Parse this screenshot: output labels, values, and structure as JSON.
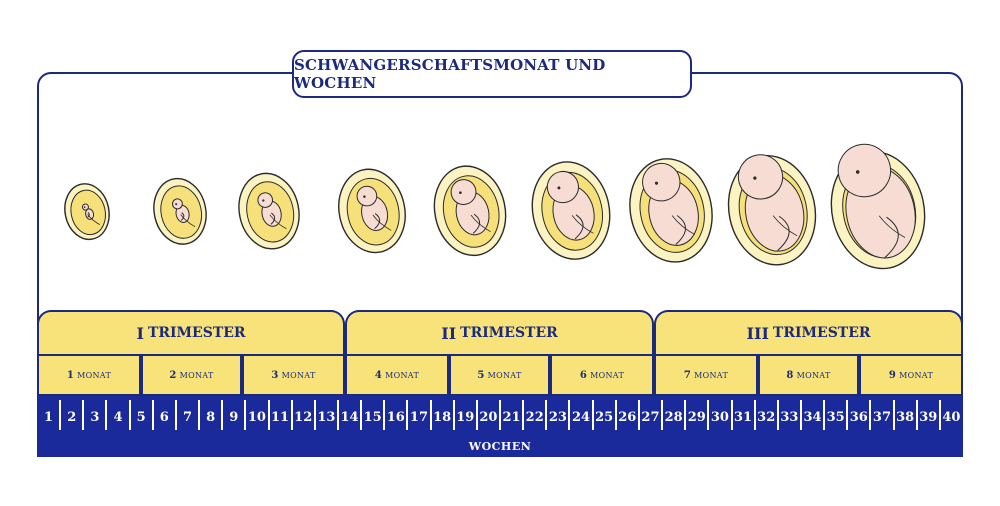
{
  "title": "SCHWANGERSCHAFTSMONAT UND WOCHEN",
  "trimesters": [
    {
      "roman": "I",
      "label": "TRIMESTER"
    },
    {
      "roman": "II",
      "label": "TRIMESTER"
    },
    {
      "roman": "III",
      "label": "TRIMESTER"
    }
  ],
  "months": [
    {
      "num": "1",
      "label": "MONAT"
    },
    {
      "num": "2",
      "label": "MONAT"
    },
    {
      "num": "3",
      "label": "MONAT"
    },
    {
      "num": "4",
      "label": "MONAT"
    },
    {
      "num": "5",
      "label": "MONAT"
    },
    {
      "num": "6",
      "label": "MONAT"
    },
    {
      "num": "7",
      "label": "MONAT"
    },
    {
      "num": "8",
      "label": "MONAT"
    },
    {
      "num": "9",
      "label": "MONAT"
    }
  ],
  "weeks": [
    "1",
    "2",
    "3",
    "4",
    "5",
    "6",
    "7",
    "8",
    "9",
    "10",
    "11",
    "12",
    "13",
    "14",
    "15",
    "16",
    "17",
    "18",
    "19",
    "20",
    "21",
    "22",
    "23",
    "24",
    "25",
    "26",
    "27",
    "28",
    "29",
    "30",
    "31",
    "32",
    "33",
    "34",
    "35",
    "36",
    "37",
    "38",
    "39",
    "40"
  ],
  "weeks_label": "WOCHEN",
  "illustrations": [
    "fetus-month-1",
    "fetus-month-2",
    "fetus-month-3",
    "fetus-month-4",
    "fetus-month-5",
    "fetus-month-6",
    "fetus-month-7",
    "fetus-month-8",
    "fetus-month-9"
  ],
  "colors": {
    "navy": "#1b2a7c",
    "navy_bar": "#1b2a9b",
    "yellow": "#f8e37a",
    "sac_outer": "#fbf3c2",
    "sac_inner": "#f6e07a",
    "skin": "#f6dcd2"
  }
}
